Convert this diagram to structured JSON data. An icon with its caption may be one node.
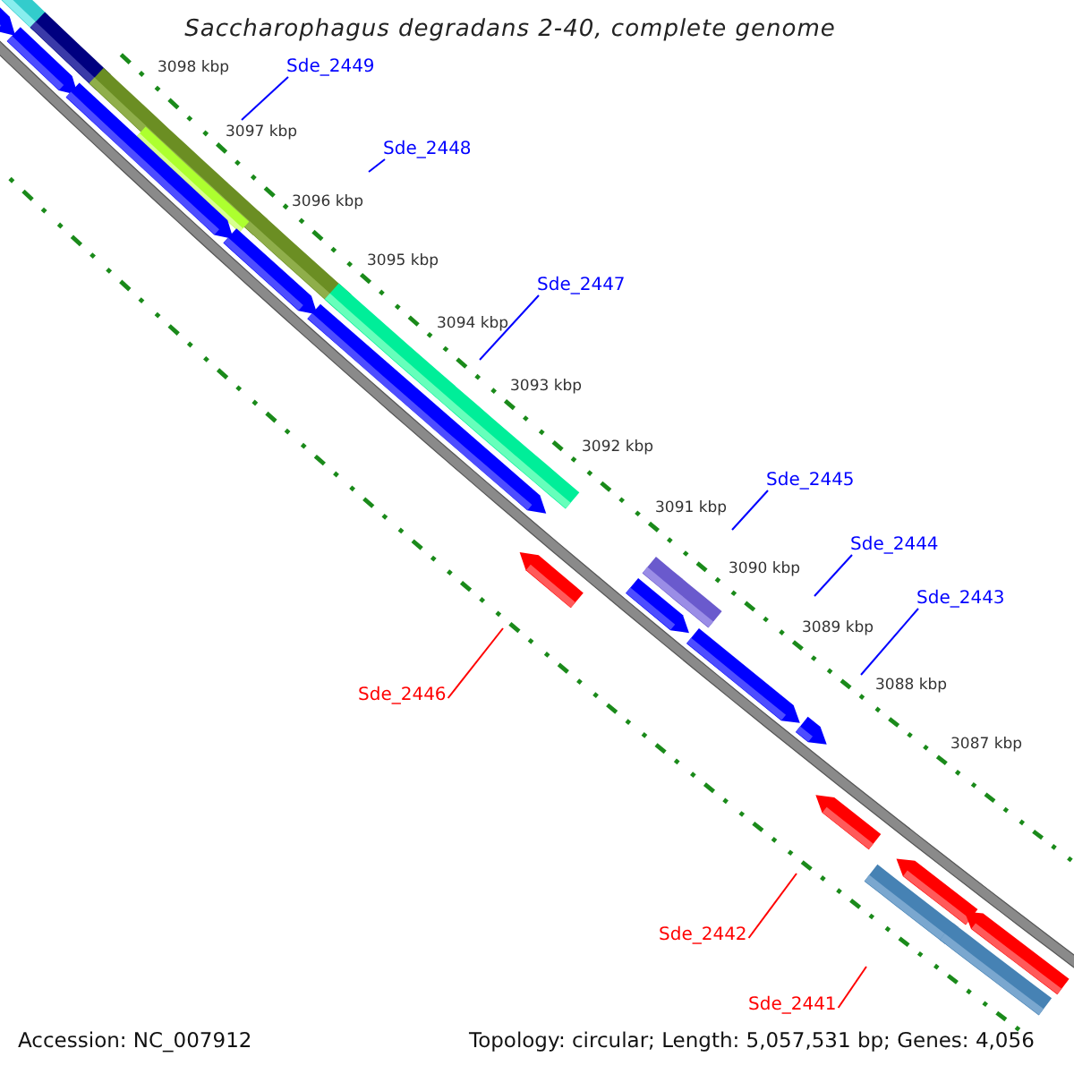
{
  "diagram": {
    "title": "Saccharophagus degradans 2-40, complete genome",
    "nodes": [
      {
        "text": [
          "Sde_2449"
        ]
      },
      {
        "text": [
          "Sde_2448"
        ]
      },
      {
        "text": [
          "Sde_2447"
        ]
      },
      {
        "text": [
          "Sde_2445"
        ]
      },
      {
        "text": [
          "Sde_2444"
        ]
      },
      {
        "text": [
          "Sde_2443"
        ]
      },
      {
        "text": [
          "Sde_2446"
        ]
      },
      {
        "text": [
          "Sde_2442"
        ]
      },
      {
        "text": [
          "Sde_2441"
        ]
      }
    ],
    "edges": [
      {
        "from": 0,
        "to": null,
        "arrow": "none"
      },
      {
        "from": 1,
        "to": null,
        "arrow": "none"
      },
      {
        "from": 2,
        "to": null,
        "arrow": "none"
      },
      {
        "from": 3,
        "to": null,
        "arrow": "none"
      },
      {
        "from": 4,
        "to": null,
        "arrow": "none"
      },
      {
        "from": 5,
        "to": null,
        "arrow": "none"
      },
      {
        "from": 6,
        "to": null,
        "arrow": "none",
        "color": "#ff0000"
      },
      {
        "from": 7,
        "to": null,
        "arrow": "none",
        "color": "#ff0000"
      },
      {
        "from": 8,
        "to": null,
        "arrow": "none",
        "color": "#ff0000"
      }
    ],
    "labels": [
      "3098 kbp",
      "3097 kbp",
      "3096 kbp",
      "3095 kbp",
      "3094 kbp",
      "3093 kbp",
      "3092 kbp",
      "3091 kbp",
      "3090 kbp",
      "3089 kbp",
      "3088 kbp",
      "3087 kbp",
      "Accession: NC_007912",
      "Topology: circular; Length: 5,057,531 bp; Genes: 4,056"
    ]
  }
}
